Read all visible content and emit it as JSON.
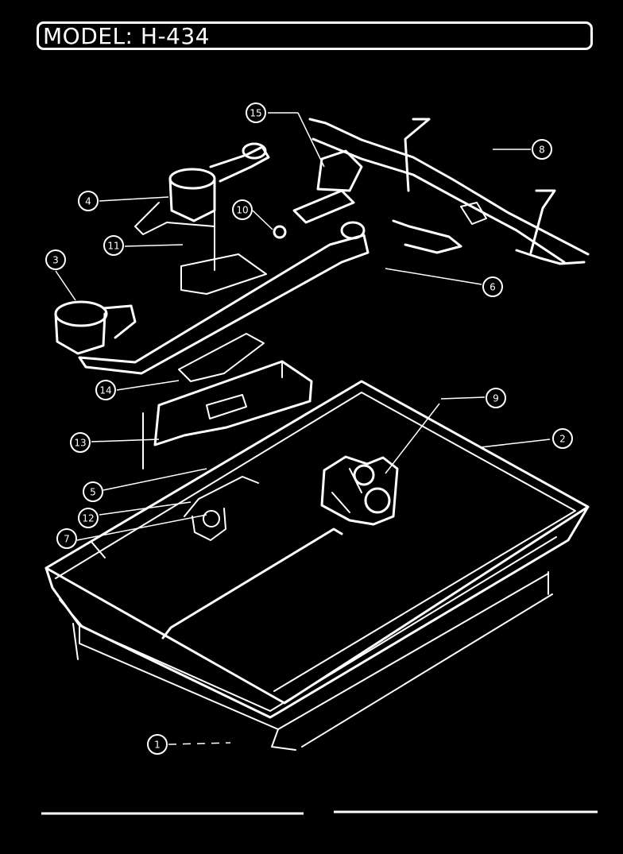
{
  "header": {
    "model_label": "MODEL:",
    "model_number": "H-434"
  },
  "callouts": [
    {
      "id": "callout-1",
      "label": "1"
    },
    {
      "id": "callout-2",
      "label": "2"
    },
    {
      "id": "callout-3",
      "label": "3"
    },
    {
      "id": "callout-4",
      "label": "4"
    },
    {
      "id": "callout-5",
      "label": "5"
    },
    {
      "id": "callout-6",
      "label": "6"
    },
    {
      "id": "callout-7",
      "label": "7"
    },
    {
      "id": "callout-8",
      "label": "8"
    },
    {
      "id": "callout-9",
      "label": "9"
    },
    {
      "id": "callout-10",
      "label": "10"
    },
    {
      "id": "callout-11",
      "label": "11"
    },
    {
      "id": "callout-12",
      "label": "12"
    },
    {
      "id": "callout-13",
      "label": "13"
    },
    {
      "id": "callout-14",
      "label": "14"
    },
    {
      "id": "callout-15",
      "label": "15"
    }
  ],
  "colors": {
    "background": "#000000",
    "foreground": "#ffffff"
  }
}
